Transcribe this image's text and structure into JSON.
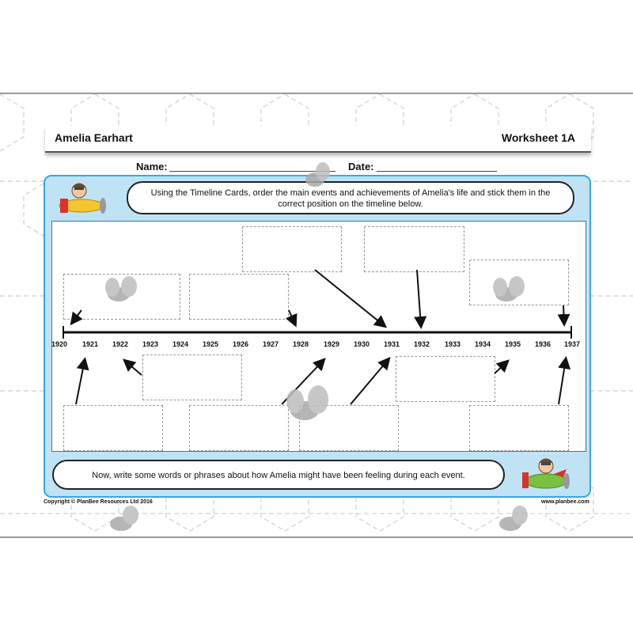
{
  "header": {
    "title": "Amelia Earhart",
    "worksheet": "Worksheet 1A"
  },
  "fields": {
    "name_label": "Name:",
    "date_label": "Date:"
  },
  "instructions": {
    "top": "Using the Timeline Cards, order the main events and achievements of Amelia's life and stick them in the correct position on the timeline below.",
    "bottom": "Now, write some words or phrases about how Amelia might have been feeling during each event."
  },
  "timeline": {
    "years": [
      "1920",
      "1921",
      "1922",
      "1923",
      "1924",
      "1925",
      "1926",
      "1927",
      "1928",
      "1929",
      "1930",
      "1931",
      "1932",
      "1933",
      "1934",
      "1935",
      "1936",
      "1937"
    ]
  },
  "footer": {
    "copyright": "Copyright © PlanBee Resources Ltd 2016",
    "website": "www.planbee.com"
  },
  "colors": {
    "panel": "#bfe3f4",
    "panel_border": "#3aa6dd"
  }
}
